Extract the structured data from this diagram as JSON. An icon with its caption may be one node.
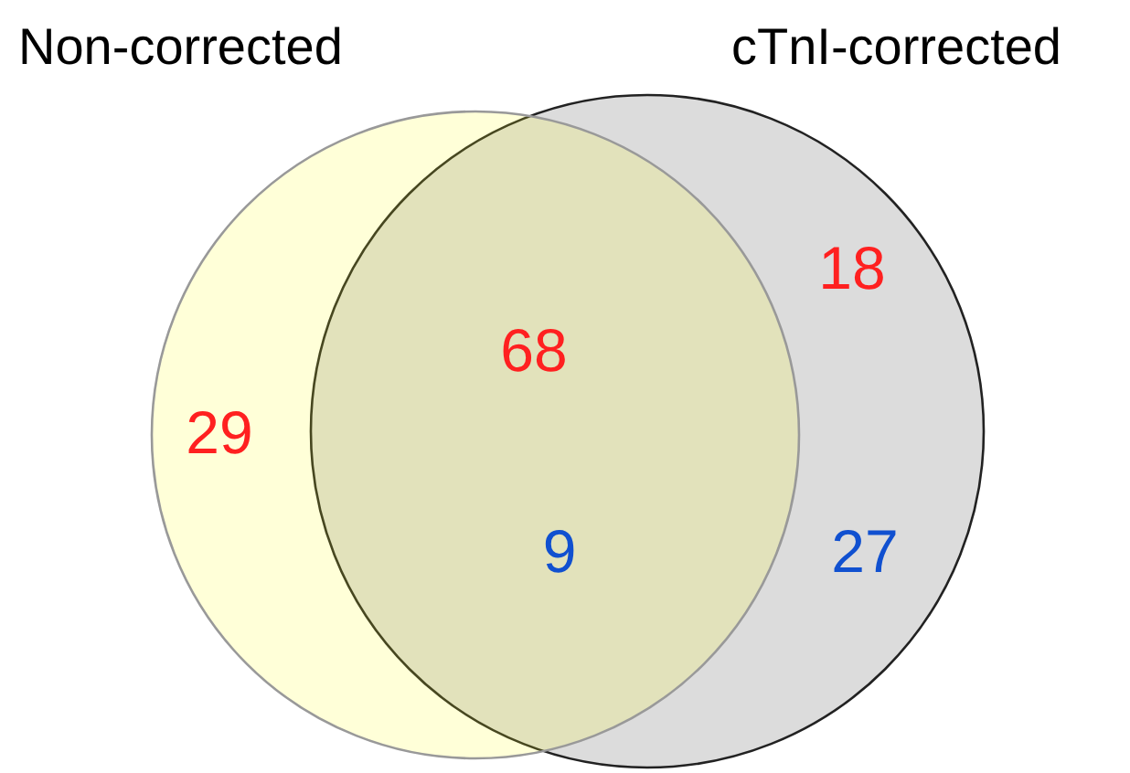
{
  "diagram": {
    "nodes": [
      {
        "text": [
          "Non-corrected"
        ]
      },
      {
        "text": [
          "cTnI-corrected"
        ]
      }
    ],
    "labels": [
      "18",
      "68",
      "29",
      "9",
      "27"
    ]
  }
}
